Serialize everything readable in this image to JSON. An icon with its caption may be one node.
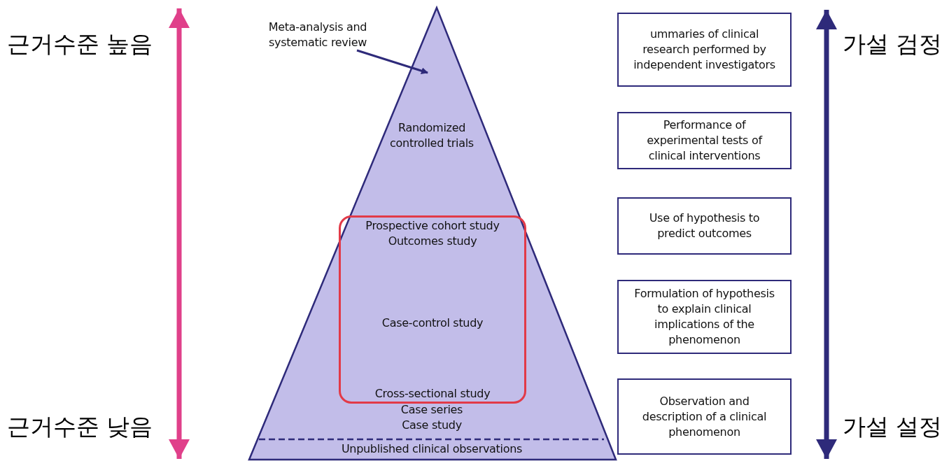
{
  "diagram": {
    "nodes": [
      {
        "text": [
          "Meta-analysis and systematic review"
        ]
      },
      {
        "text": [
          "Randomized controlled trials",
          "Case series Case study",
          "Unpublished clinical observations"
        ]
      },
      {
        "text": [
          "Prospective cohort study Outcomes study",
          "Case-control study",
          "Cross-sectional study"
        ],
        "in": 1
      },
      {
        "text": [
          "ummaries of clinical research performed by independent investigators"
        ]
      },
      {
        "text": [
          "Performance of experimental tests of clinical interventions"
        ]
      },
      {
        "text": [
          "Use of hypothesis to predict outcomes"
        ]
      },
      {
        "text": [
          "Formulation of hypothesis to explain clinical implications of the phenomenon"
        ]
      },
      {
        "text": [
          "Observation and description of a clinical phenomenon"
        ]
      }
    ],
    "edges": [
      {
        "from": 0,
        "to": 1,
        "arrow": "to"
      }
    ],
    "labels": [
      "근거수준 높음",
      "가설 검정",
      "근거수준 낮음",
      "가설 설정"
    ]
  }
}
